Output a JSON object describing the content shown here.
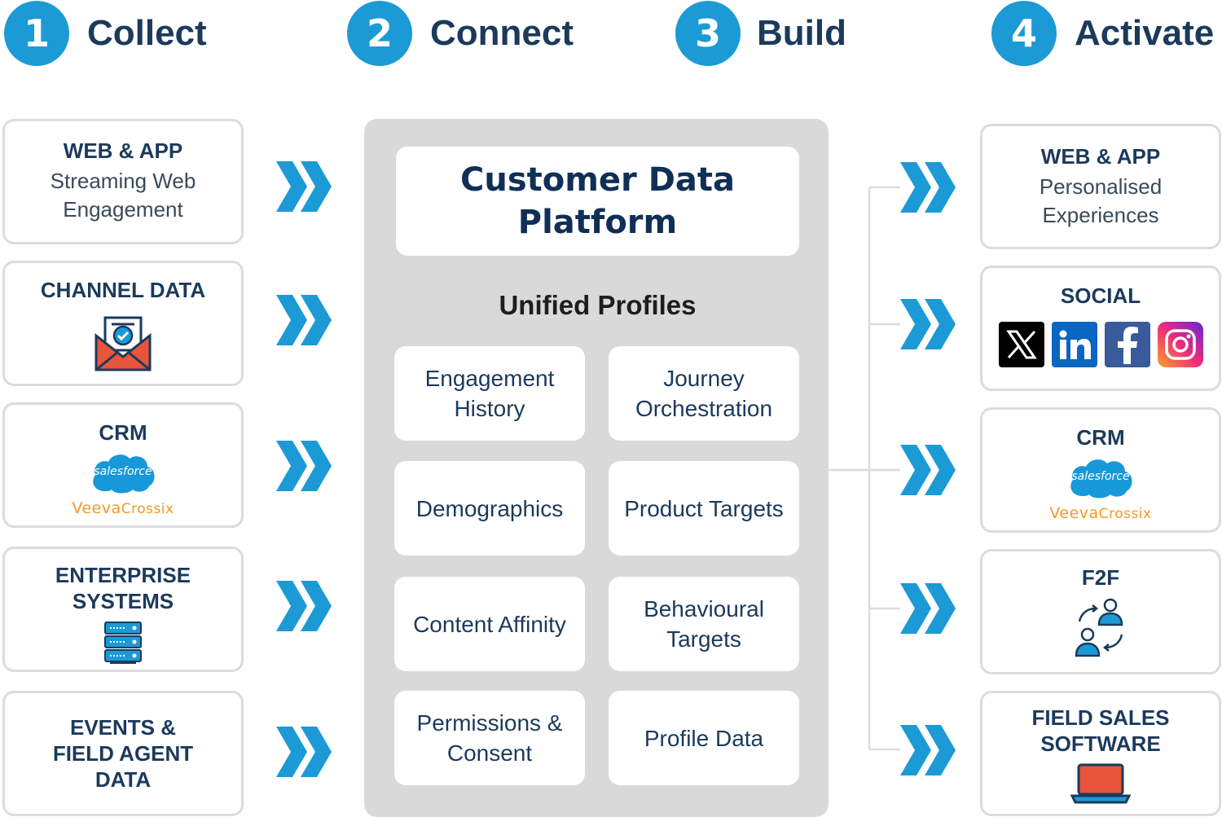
{
  "steps": [
    {
      "number": "1",
      "label": "Collect"
    },
    {
      "number": "2",
      "label": "Connect"
    },
    {
      "number": "3",
      "label": "Build"
    },
    {
      "number": "4",
      "label": "Activate"
    }
  ],
  "collect": [
    {
      "title": "WEB & APP",
      "subtitle": "Streaming Web Engagement",
      "icon": "none"
    },
    {
      "title": "CHANNEL DATA",
      "icon": "email-envelope-icon"
    },
    {
      "title": "CRM",
      "logos": [
        "salesforce",
        "Veeva Crossix"
      ]
    },
    {
      "title": "ENTERPRISE SYSTEMS",
      "icon": "server-stack-icon"
    },
    {
      "title": "EVENTS & FIELD AGENT DATA",
      "icon": "none"
    }
  ],
  "cdp": {
    "title": "Customer Data Platform",
    "subtitle": "Unified Profiles",
    "tiles": [
      "Engagement History",
      "Journey Orchestration",
      "Demographics",
      "Product Targets",
      "Content Affinity",
      "Behavioural Targets",
      "Permissions & Consent",
      "Profile Data"
    ]
  },
  "activate": [
    {
      "title": "WEB & APP",
      "subtitle": "Personalised Experiences"
    },
    {
      "title": "SOCIAL",
      "icons": [
        "x-logo-icon",
        "linkedin-logo-icon",
        "facebook-logo-icon",
        "instagram-logo-icon"
      ]
    },
    {
      "title": "CRM",
      "logos": [
        "salesforce",
        "Veeva Crossix"
      ]
    },
    {
      "title": "F2F",
      "icon": "face-to-face-exchange-icon"
    },
    {
      "title": "FIELD SALES SOFTWARE",
      "icon": "laptop-icon"
    }
  ],
  "logos": {
    "salesforce": "salesforce",
    "veeva": "Veeva",
    "crossix": "Crossix"
  },
  "colors": {
    "accent_blue": "#1c9ad6",
    "navy": "#1b3a5c",
    "panel_grey": "#d9d9d9",
    "card_border": "#dcdcdc",
    "veeva_orange": "#f39a1e",
    "salesforce_blue": "#1798d9",
    "email_orange": "#e9553b"
  }
}
